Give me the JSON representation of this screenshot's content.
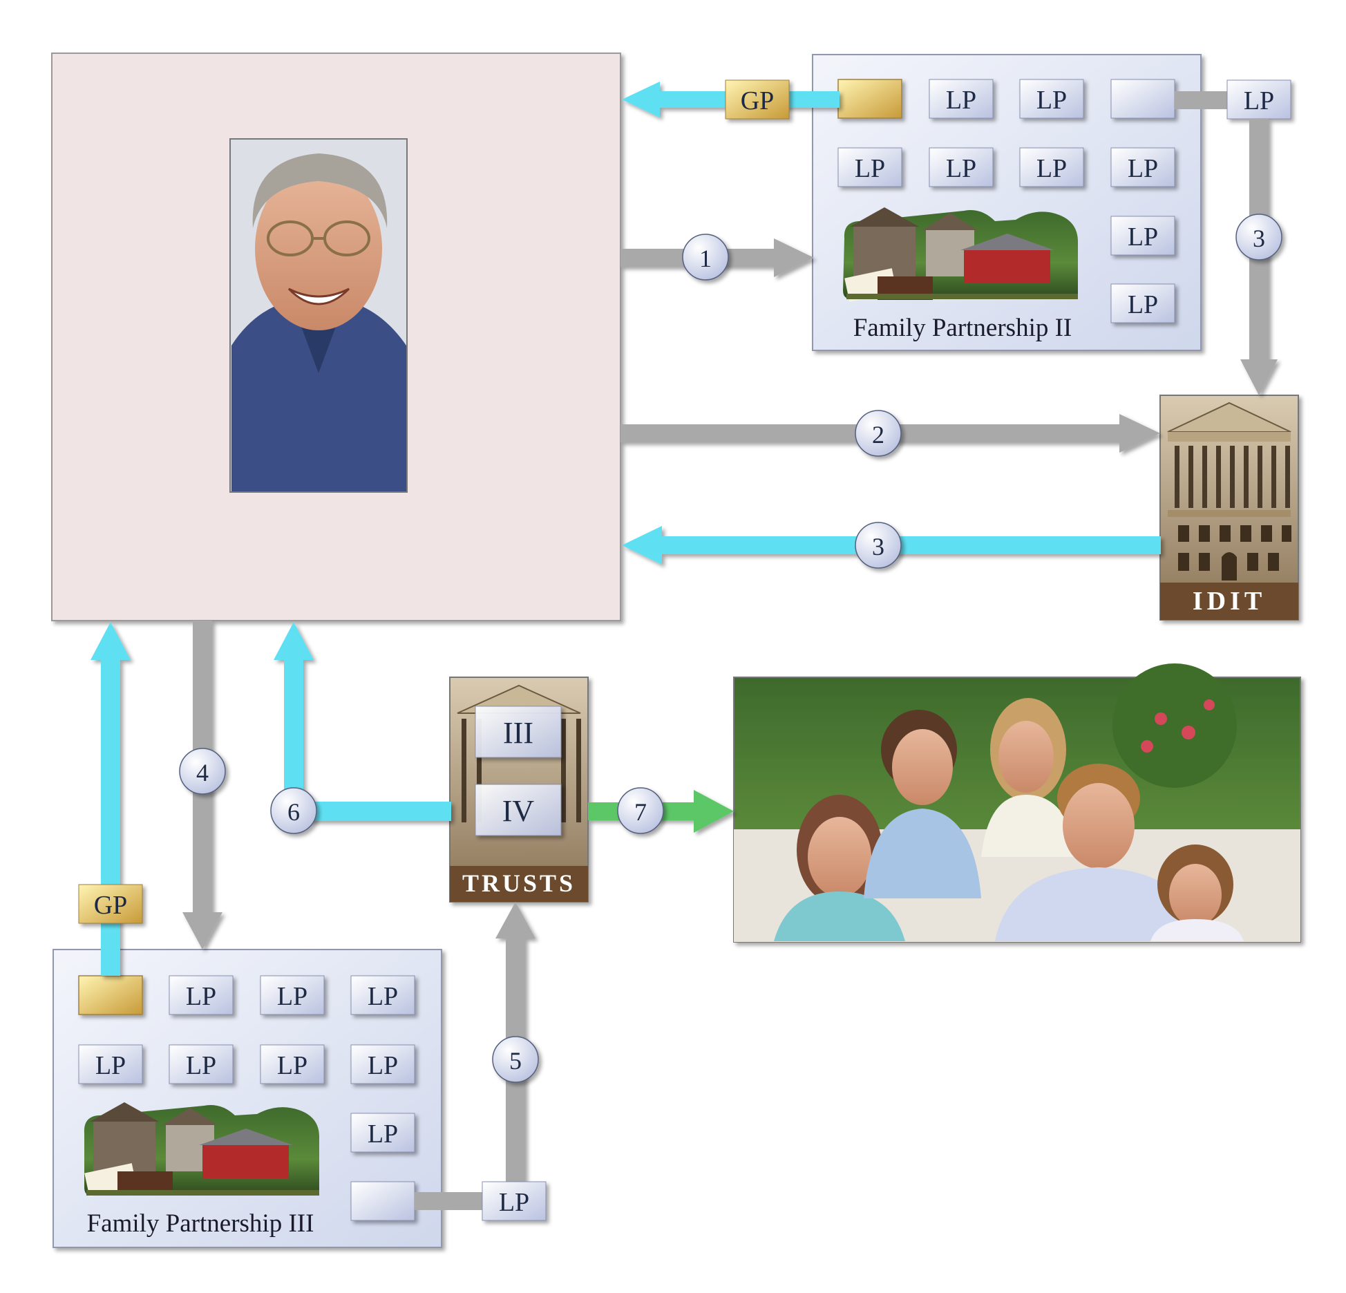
{
  "partnership_ii": {
    "caption": "Family Partnership II",
    "gp_label": "GP",
    "lp_label": "LP"
  },
  "partnership_iii": {
    "caption": "Family Partnership III",
    "gp_label": "GP",
    "lp_label": "LP"
  },
  "idit": {
    "caption": "IDIT"
  },
  "trusts": {
    "caption": "TRUSTS",
    "items": [
      "III",
      "IV"
    ]
  },
  "steps": [
    "1",
    "2",
    "3",
    "3",
    "4",
    "5",
    "6",
    "7"
  ],
  "photos": {
    "owner": "owner-portrait-photo",
    "family": "family-group-photo",
    "assets": "property-assets-picture"
  },
  "colors": {
    "cyan_arrow": "#5fe0f2",
    "gray_arrow": "#a9a9a9",
    "green_arrow": "#5cc766",
    "box_fill": "#dde3f1",
    "gp_gold": "#e8c25a",
    "owner_panel": "#f0e4e4",
    "building_brown": "#6b4a2e"
  }
}
